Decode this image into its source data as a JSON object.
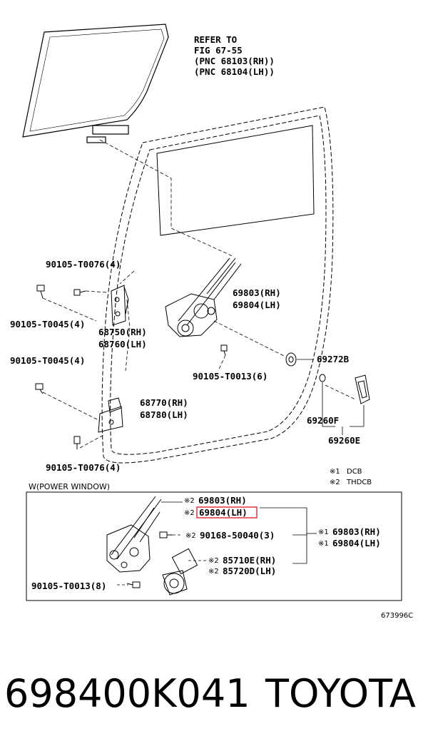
{
  "refer_note": {
    "line1": "REFER TO",
    "line2": "FIG 67-55",
    "line3": "(PNC 68103(RH))",
    "line4": "(PNC 68104(LH))"
  },
  "upper_labels": {
    "bolt_t0076_top": "90105-T0076(4)",
    "bolt_t0045_a": "90105-T0045(4)",
    "hinge_upper_rh": "68750(RH)",
    "hinge_upper_lh": "68760(LH)",
    "bolt_t0045_b": "90105-T0045(4)",
    "hinge_lower_rh": "68770(RH)",
    "hinge_lower_lh": "68780(LH)",
    "bolt_t0076_bottom": "90105-T0076(4)",
    "regulator_rh": "69803(RH)",
    "regulator_lh": "69804(LH)",
    "bolt_t0013": "90105-T0013(6)",
    "grommet": "69272B",
    "handle_part": "69260F",
    "handle_assy": "69260E"
  },
  "legend": {
    "note1_mark": "※1",
    "note1_text": "DCB",
    "note2_mark": "※2",
    "note2_text": "THDCB"
  },
  "power_window": {
    "title": "W(POWER WINDOW)",
    "mark2": "※2",
    "mark1": "※1",
    "reg_rh": "69803(RH)",
    "reg_lh": "69804(LH)",
    "bolt_50040": "90168-50040(3)",
    "motor_rh": "85710E(RH)",
    "motor_lh": "85720D(LH)",
    "assy_rh": "69803(RH)",
    "assy_lh": "69804(LH)",
    "bolt_t0013": "90105-T0013(8)"
  },
  "diagram_code": "673996C",
  "footer": {
    "part_number": "698400K041",
    "brand": "TOYOTA"
  },
  "colors": {
    "ink": "#000000",
    "highlight": "#e8262d"
  }
}
